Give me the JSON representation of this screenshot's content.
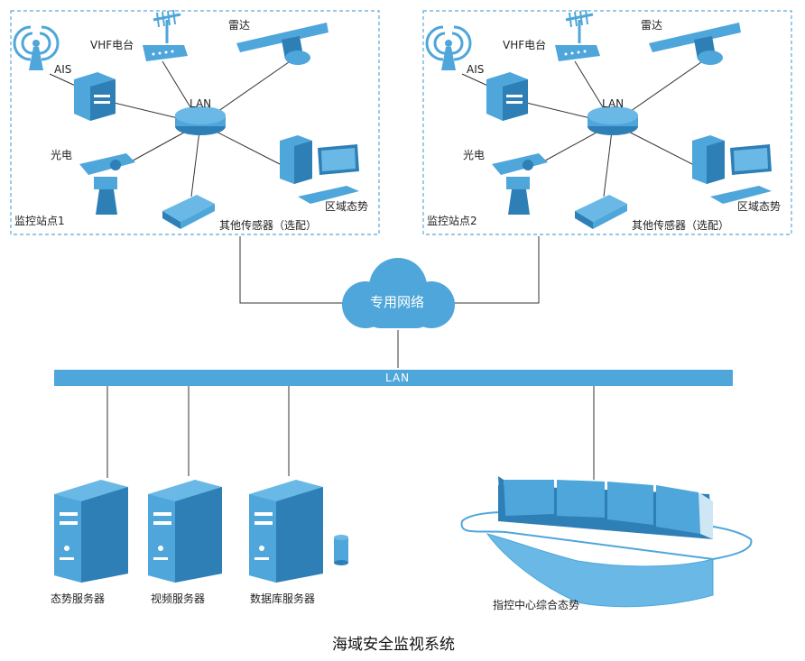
{
  "colors": {
    "device_blue": "#4ea6da",
    "device_dark": "#2e7fb5",
    "line": "#333333",
    "dash": "#5aa8d8",
    "lan_bar": "#4ea6da"
  },
  "stations": [
    {
      "name": "监控站点1",
      "ais": "AIS",
      "vhf": "VHF电台",
      "radar": "雷达",
      "lan": "LAN",
      "eo": "光电",
      "other_sensor": "其他传感器（选配）",
      "regional": "区域态势"
    },
    {
      "name": "监控站点2",
      "ais": "AIS",
      "vhf": "VHF电台",
      "radar": "雷达",
      "lan": "LAN",
      "eo": "光电",
      "other_sensor": "其他传感器（选配）",
      "regional": "区域态势"
    }
  ],
  "network": {
    "cloud_label": "专用网络",
    "lan_bar_label": "LAN"
  },
  "servers": {
    "situation": "态势服务器",
    "video": "视频服务器",
    "database": "数据库服务器",
    "command": "指控中心综合态势"
  },
  "caption": "海域安全监视系统"
}
